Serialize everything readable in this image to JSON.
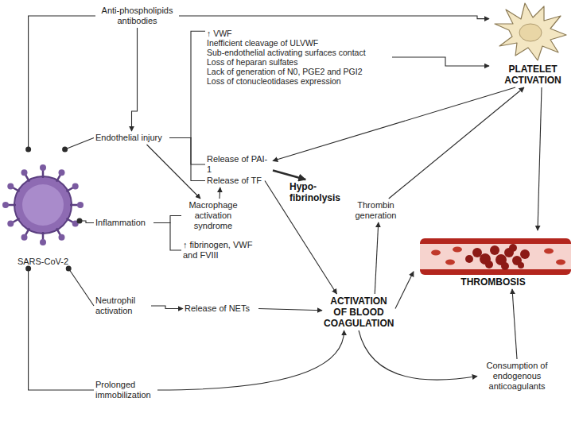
{
  "diagram": {
    "nodes": [
      {
        "text": [
          "Anti-phospholipids antibodies"
        ]
      },
      {
        "text": [
          "↑ VWF",
          "Inefficient cleavage of ULVWF",
          "Sub-endothelial activating surfaces contact",
          "Loss of heparan sulfates",
          "Lack of generation of N0, PGE2 and PGI2",
          "Loss of ctonucleotidases expression"
        ]
      },
      {
        "text": [
          "PLATELET ACTIVATION"
        ]
      },
      {
        "text": [
          "Endothelial injury"
        ]
      },
      {
        "text": [
          "Release of PAI-1"
        ]
      },
      {
        "text": [
          "Release of TF"
        ]
      },
      {
        "text": [
          "Hypo- fibrinolysis"
        ]
      },
      {
        "text": [
          "Macrophage activation syndrome"
        ]
      },
      {
        "text": [
          "Inflammation"
        ]
      },
      {
        "text": [
          "↑ fibrinogen, VWF and FVIII"
        ]
      },
      {
        "text": [
          "Thrombin generation"
        ]
      },
      {
        "text": [
          "THROMBOSIS"
        ]
      },
      {
        "text": [
          "SARS-CoV-2"
        ]
      },
      {
        "text": [
          "Neutrophil activation"
        ]
      },
      {
        "text": [
          "Release of NETs"
        ]
      },
      {
        "text": [
          "ACTIVATION OF BLOOD COAGULATION"
        ]
      },
      {
        "text": [
          "Prolonged immobilization"
        ]
      },
      {
        "text": [
          "Consumption of endogenous anticoagulants"
        ]
      }
    ],
    "edges": [
      {
        "from": 12,
        "to": 0,
        "arrow": "none"
      },
      {
        "from": 0,
        "to": 2,
        "arrow": "to"
      },
      {
        "from": 0,
        "to": 3,
        "arrow": "to"
      },
      {
        "from": 3,
        "to": 1,
        "arrow": "none"
      },
      {
        "from": 3,
        "to": 4,
        "arrow": "none"
      },
      {
        "from": 3,
        "to": 5,
        "arrow": "none"
      },
      {
        "from": 1,
        "to": 2,
        "arrow": "to"
      },
      {
        "from": 2,
        "to": 4,
        "arrow": "to"
      },
      {
        "from": 4,
        "to": 6,
        "arrow": "to"
      },
      {
        "from": 5,
        "to": 15,
        "arrow": "to"
      },
      {
        "from": 3,
        "to": 7,
        "arrow": "to"
      },
      {
        "from": 7,
        "to": 5,
        "arrow": "to"
      },
      {
        "from": 8,
        "to": 7,
        "arrow": "none"
      },
      {
        "from": 8,
        "to": 9,
        "arrow": "none"
      },
      {
        "from": 12,
        "to": 3,
        "arrow": "none"
      },
      {
        "from": 12,
        "to": 8,
        "arrow": "none"
      },
      {
        "from": 12,
        "to": 13,
        "arrow": "none"
      },
      {
        "from": 12,
        "to": 16,
        "arrow": "none"
      },
      {
        "from": 13,
        "to": 14,
        "arrow": "to"
      },
      {
        "from": 14,
        "to": 15,
        "arrow": "to"
      },
      {
        "from": 16,
        "to": 15,
        "arrow": "to"
      },
      {
        "from": 15,
        "to": 10,
        "arrow": "to"
      },
      {
        "from": 10,
        "to": 2,
        "arrow": "to"
      },
      {
        "from": 2,
        "to": 11,
        "arrow": "to"
      },
      {
        "from": 15,
        "to": 11,
        "arrow": "to"
      },
      {
        "from": 15,
        "to": 17,
        "arrow": "to"
      },
      {
        "from": 17,
        "to": 11,
        "arrow": "to"
      }
    ]
  }
}
